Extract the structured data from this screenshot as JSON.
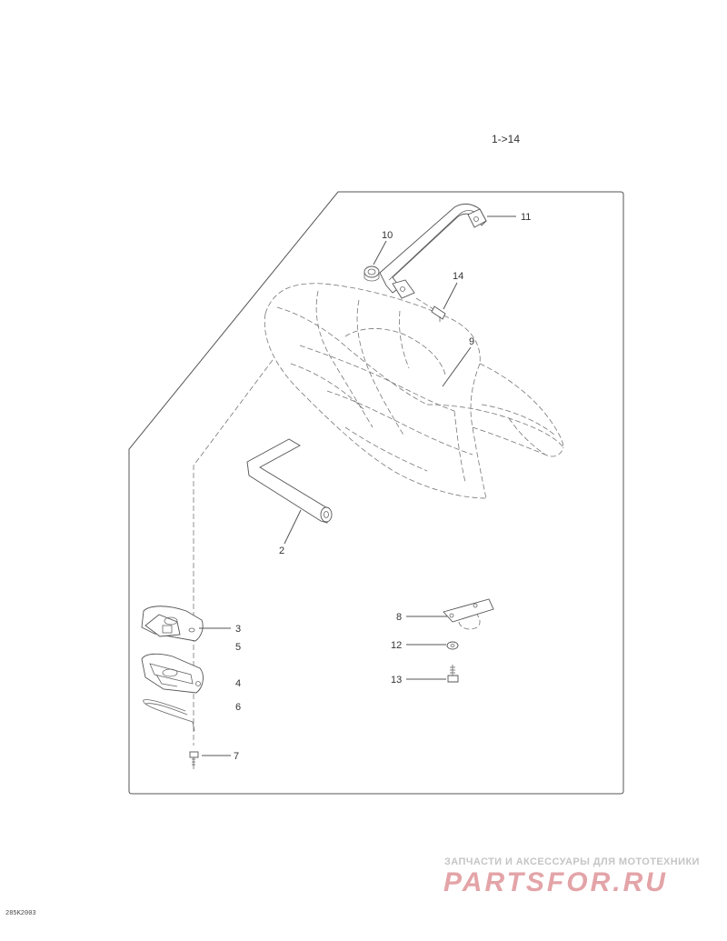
{
  "header": {
    "range": "1->14"
  },
  "image_code": "285K2003",
  "callouts": [
    "2",
    "3",
    "4",
    "5",
    "6",
    "7",
    "8",
    "9",
    "10",
    "11",
    "12",
    "13",
    "14"
  ],
  "watermark": {
    "caption": "ЗАПЧАСТИ И АКСЕССУАРЫ ДЛЯ МОТОТЕХНИКИ",
    "brand": "PARTSFOR.RU",
    "brand_color": "#e3a4a8"
  }
}
